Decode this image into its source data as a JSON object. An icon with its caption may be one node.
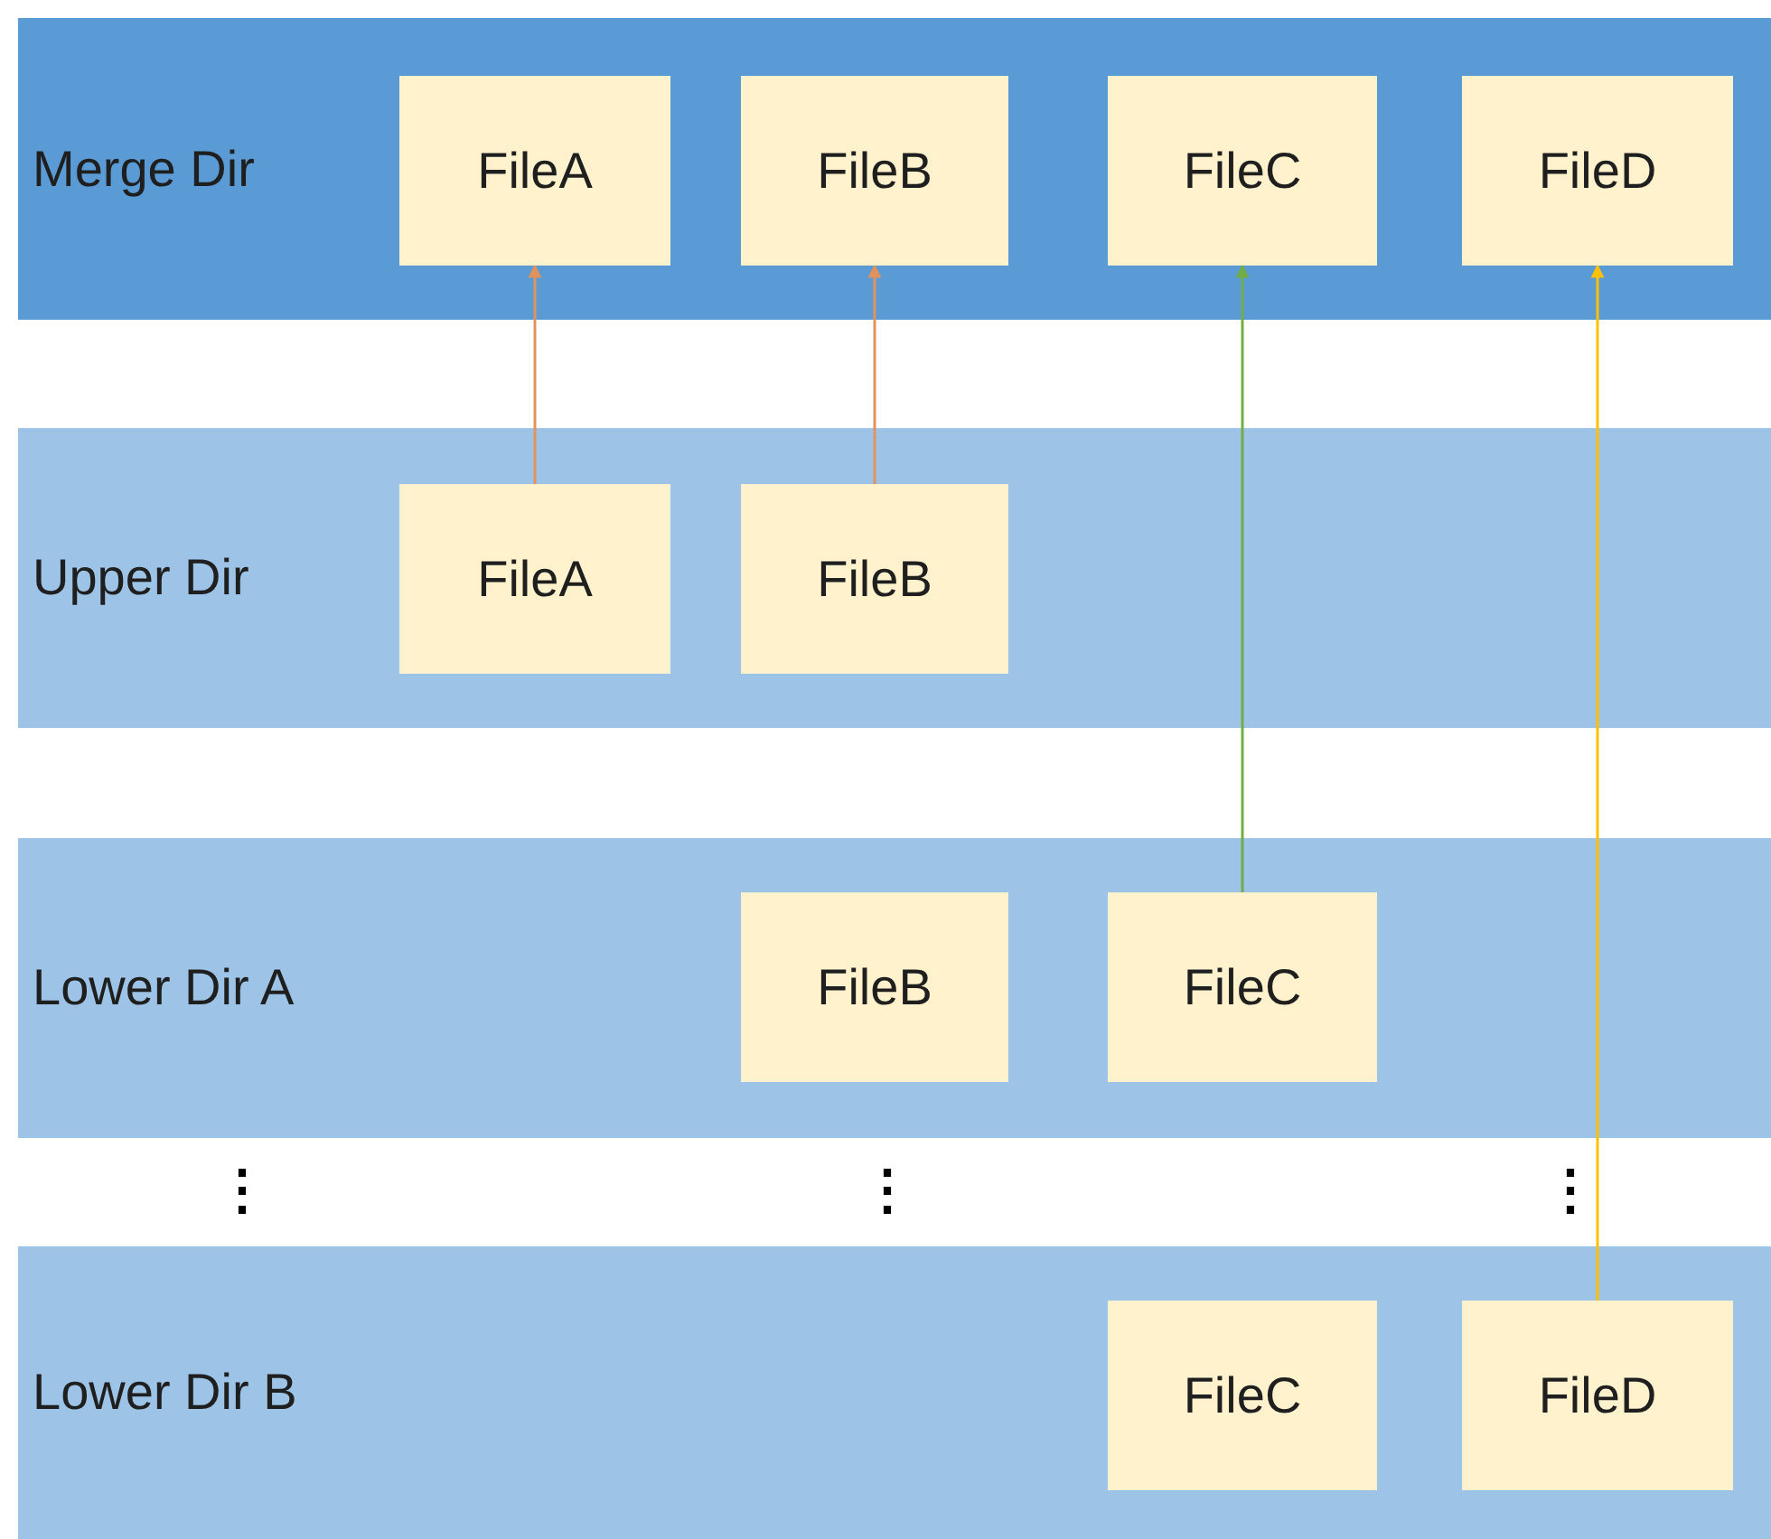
{
  "diagram": {
    "nodes": [
      {
        "text": [
          "Merge Dir"
        ]
      },
      {
        "text": [
          "FileA"
        ],
        "in": 0
      },
      {
        "text": [
          "FileB"
        ],
        "in": 0
      },
      {
        "text": [
          "FileC"
        ],
        "in": 0
      },
      {
        "text": [
          "FileD"
        ],
        "in": 0
      },
      {
        "text": [
          "Upper Dir"
        ]
      },
      {
        "text": [
          "FileA"
        ],
        "in": 5
      },
      {
        "text": [
          "FileB"
        ],
        "in": 5
      },
      {
        "text": [
          "Lower Dir A"
        ]
      },
      {
        "text": [
          "FileB"
        ],
        "in": 8
      },
      {
        "text": [
          "FileC"
        ],
        "in": 8
      },
      {
        "text": [
          "Lower Dir B"
        ]
      },
      {
        "text": [
          "FileC"
        ],
        "in": 11
      },
      {
        "text": [
          "FileD"
        ],
        "in": 11
      }
    ],
    "edges": [
      {
        "from": 6,
        "to": 1,
        "arrow": "to",
        "color": "#e0925c"
      },
      {
        "from": 7,
        "to": 2,
        "arrow": "to",
        "color": "#e0925c"
      },
      {
        "from": 10,
        "to": 3,
        "arrow": "to",
        "color": "#70ad47"
      },
      {
        "from": 13,
        "to": 4,
        "arrow": "to",
        "color": "#ffc000"
      }
    ],
    "labels": [
      "⋮",
      "⋮",
      "⋮"
    ]
  }
}
